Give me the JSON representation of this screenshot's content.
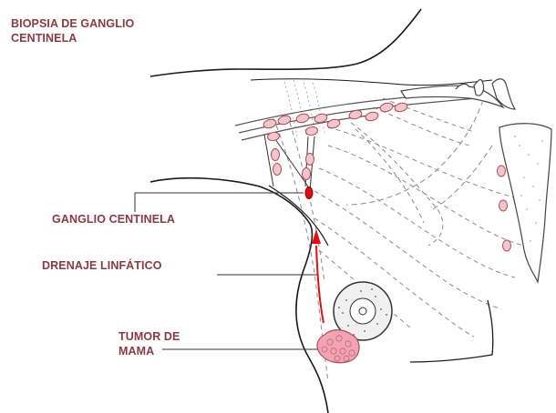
{
  "title": "BIOPSIA DE GANGLIO\nCENTINELA",
  "labels": {
    "sentinel_node": "GANGLIO CENTINELA",
    "lymphatic_drainage": "DRENAJE LINFÁTICO",
    "tumor": "TUMOR DE\nMAMA"
  },
  "colors": {
    "label_text": "#8b3a44",
    "line": "#1a1a1a",
    "lymph_node_fill": "#f3c6cc",
    "lymph_node_stroke": "#a84a58",
    "sentinel_node": "#e01010",
    "drainage_arrow": "#e01010",
    "tumor_fill": "#f2a4b2",
    "tumor_stroke": "#b04a5e"
  }
}
